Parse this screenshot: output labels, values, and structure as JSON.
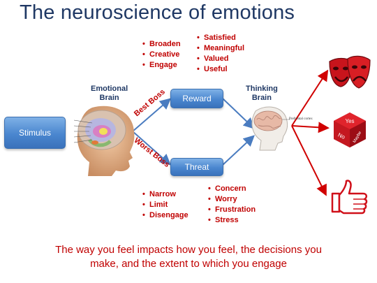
{
  "title": "The neuroscience of emotions",
  "stimulus": {
    "label": "Stimulus"
  },
  "emotional_brain": {
    "line1": "Emotional",
    "line2": "Brain"
  },
  "thinking_brain": {
    "line1": "Thinking",
    "line2": "Brain",
    "annotation": "Prefrontal cortex"
  },
  "reward": {
    "label": "Reward",
    "col1": [
      "Broaden",
      "Creative",
      "Engage"
    ],
    "col2": [
      "Satisfied",
      "Meaningful",
      "Valued",
      "Useful"
    ]
  },
  "threat": {
    "label": "Threat",
    "col1": [
      "Narrow",
      "Limit",
      "Disengage"
    ],
    "col2": [
      "Concern",
      "Worry",
      "Frustration",
      "Stress"
    ]
  },
  "best_boss": "Best Boss",
  "worst_boss": "Worst Boss",
  "dice": {
    "text1": "Yes",
    "text2": "No",
    "text3": "Maybe"
  },
  "caption": {
    "line1": "The way you feel impacts how you feel, the decisions you",
    "line2": "make, and the extent to which you engage"
  },
  "colors": {
    "title": "#1f3864",
    "accent_red": "#c00000",
    "box_blue": "#4a86cf"
  }
}
